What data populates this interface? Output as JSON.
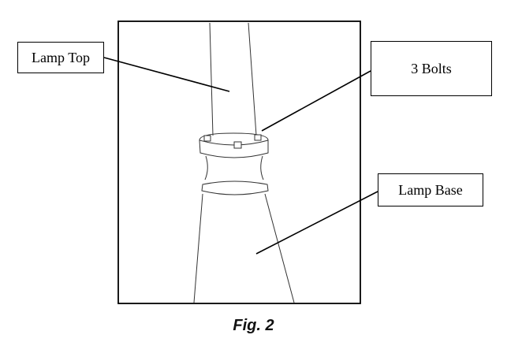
{
  "labels": {
    "lamp_top": "Lamp Top",
    "bolts": "3 Bolts",
    "lamp_base": "Lamp Base"
  },
  "caption": "Fig. 2",
  "colors": {
    "line": "#000000",
    "background": "#ffffff"
  }
}
